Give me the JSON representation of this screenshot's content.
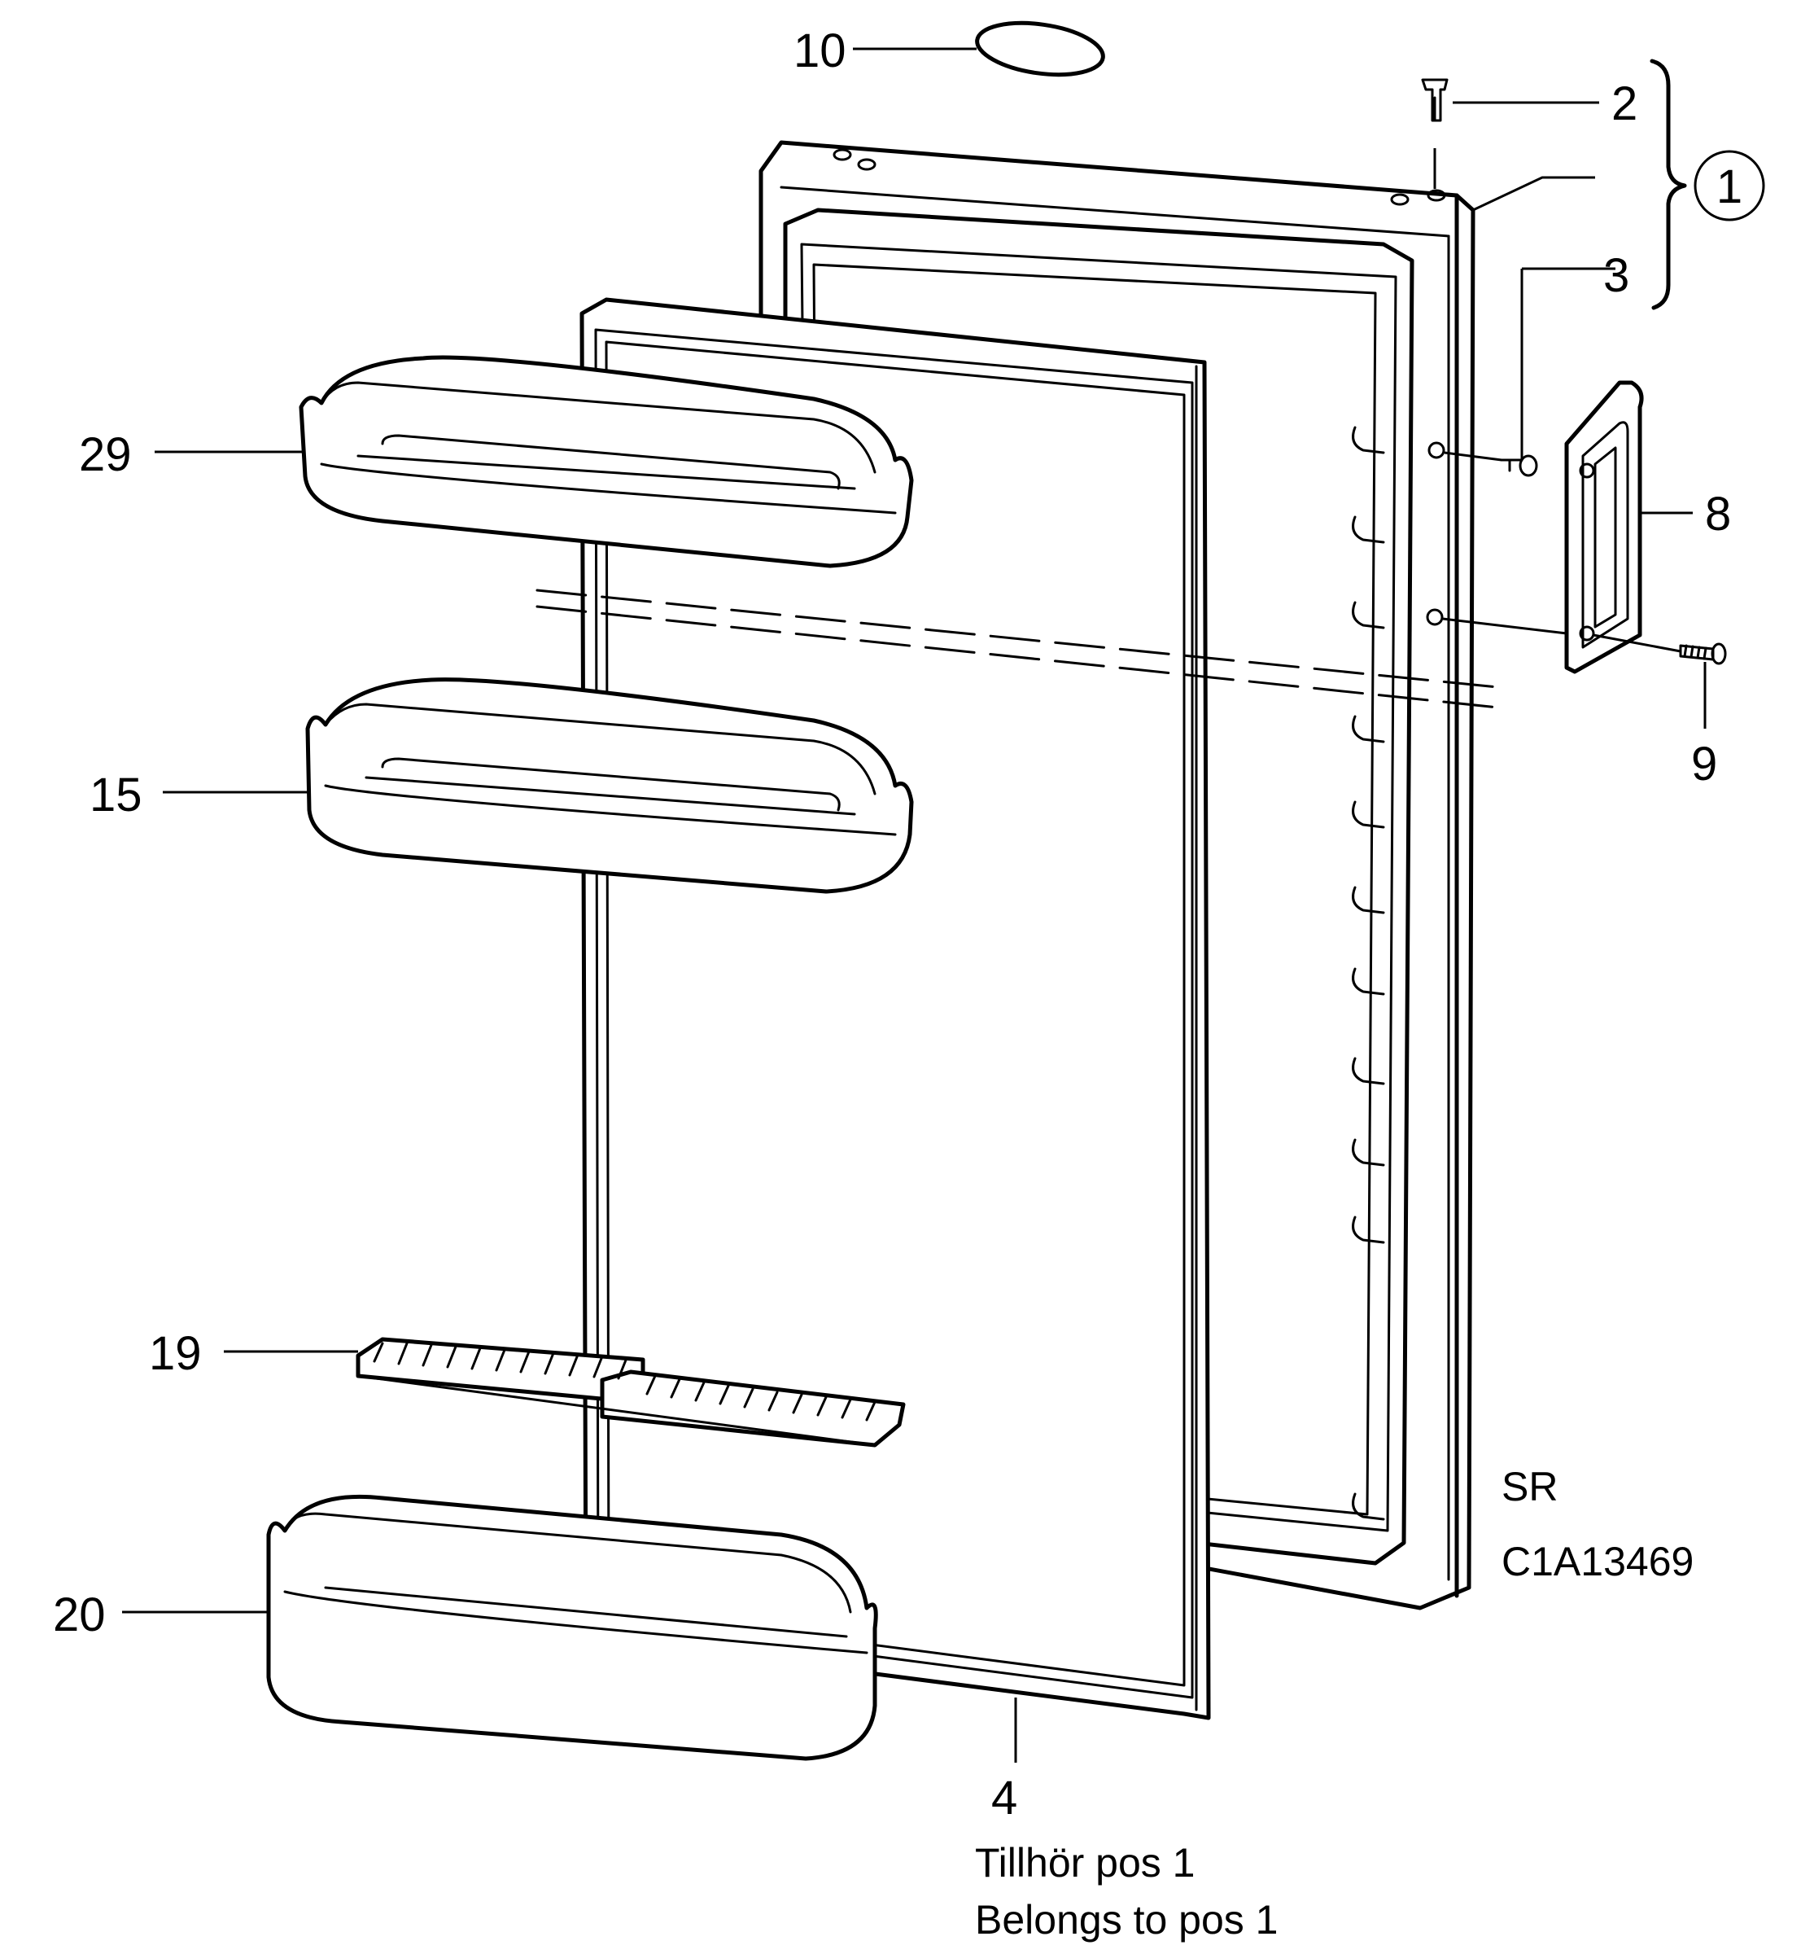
{
  "callouts": {
    "p1": "1",
    "p2": "2",
    "p3": "3",
    "p4": "4",
    "p8": "8",
    "p9": "9",
    "p10": "10",
    "p15": "15",
    "p19": "19",
    "p20": "20",
    "p29": "29"
  },
  "codes": {
    "model": "SR",
    "drawing_id": "C1A13469"
  },
  "notes": {
    "line1": "Tillhör pos 1",
    "line2": "Belongs to pos 1"
  }
}
